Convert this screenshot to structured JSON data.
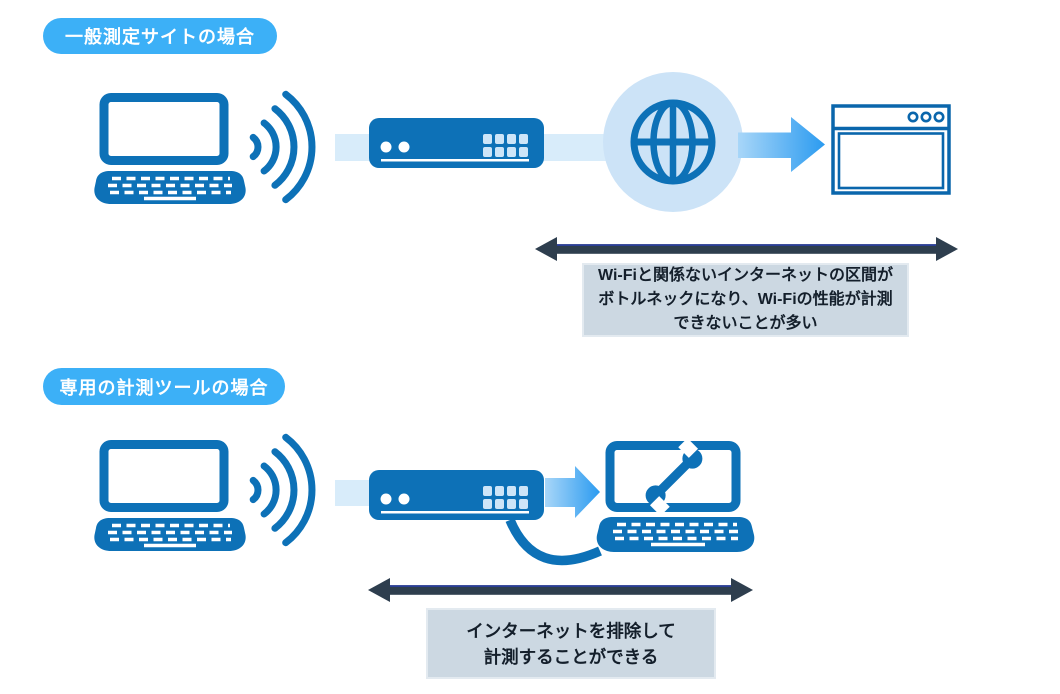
{
  "diagram_title": "",
  "colors": {
    "primary_blue": "#0d71b7",
    "browser_outline_blue": "#0a66ac",
    "badge_blue": "#3cb0f7",
    "light_band_blue": "#d8ecfa",
    "globe_background_blue": "#cce3f7",
    "router_port_blue": "#cde5f8",
    "caption_background": "#ccd8e2",
    "caption_text": "#141f2b",
    "dark_arrow": "#2e3e4e",
    "dark_arrow_topline_navy": "#2b3f9e",
    "flow_arrow_gradient_start": "#a8d6f8",
    "flow_arrow_gradient_end": "#2b9bf0",
    "background": "#ffffff"
  },
  "sections": [
    {
      "badge": "一般測定サイトの場合",
      "devices": [
        "laptop",
        "wifi-signal",
        "wifi-router",
        "internet-globe",
        "web-server-window"
      ],
      "caption_lines": [
        "Wi-Fiと関係ないインターネットの区間が",
        "ボトルネックになり、Wi-Fiの性能が計測",
        "できないことが多い"
      ]
    },
    {
      "badge": "専用の計測ツールの場合",
      "devices": [
        "laptop",
        "wifi-signal",
        "wifi-router",
        "measurement-tool-laptop"
      ],
      "caption_lines": [
        "インターネットを排除して",
        "計測することができる"
      ]
    }
  ]
}
